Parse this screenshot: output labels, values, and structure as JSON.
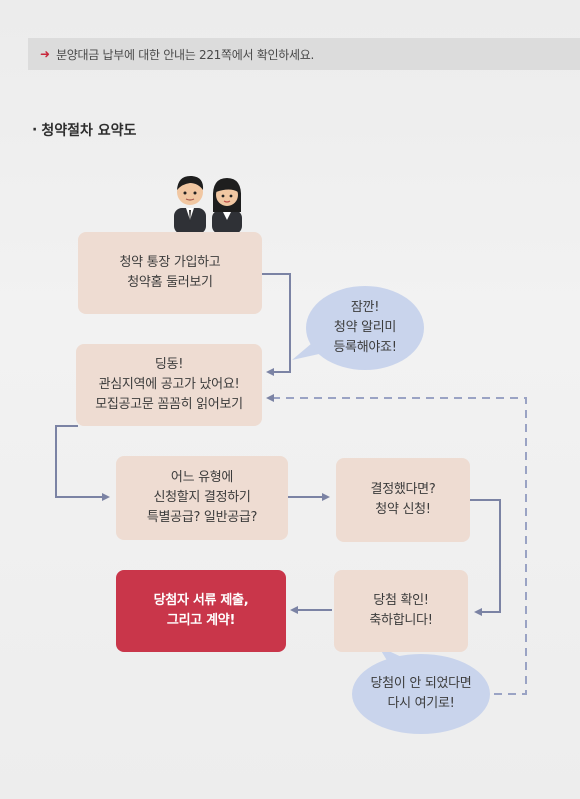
{
  "notice": {
    "text": "분양대금 납부에 대한 안내는 221쪽에서 확인하세요."
  },
  "section": {
    "title": "청약절차 요약도"
  },
  "steps": {
    "step1": "청약 통장 가입하고\n청약홈 둘러보기",
    "step2": "딩동!\n관심지역에 공고가 났어요!\n모집공고문 꼼꼼히 읽어보기",
    "step3": "어느 유형에\n신청할지 결정하기\n특별공급? 일반공급?",
    "step4": "결정했다면?\n청약 신청!",
    "step5": "당첨 확인!\n축하합니다!",
    "step6": "당첨자 서류 제출,\n그리고 계약!"
  },
  "bubbles": {
    "reminder": "잠깐!\n청약 알리미\n등록해야죠!",
    "retry": "당첨이 안 되었다면\n다시 여기로!"
  },
  "colors": {
    "step_box": "#eedcd2",
    "final_box": "#c9364a",
    "bubble": "#c9d4ec",
    "arrow": "#7b83a4",
    "accent": "#c8283c"
  },
  "icons": {
    "people": "couple-illustration-icon"
  }
}
